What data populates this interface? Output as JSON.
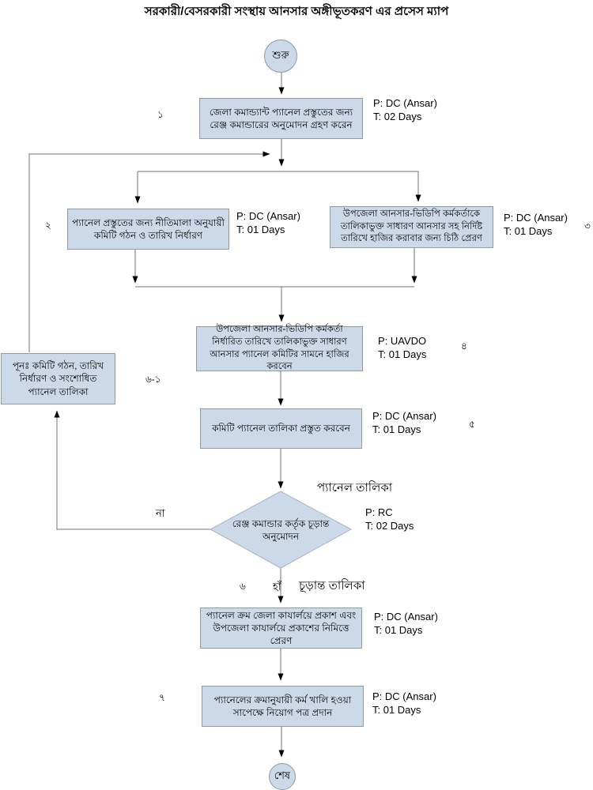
{
  "title": "সরকারী/বেসরকারী সংস্থায় আনসার অঙ্গীভূতকরণ এর প্রসেস ম্যাপ",
  "terminators": {
    "start": "শুরু",
    "end": "শেষ"
  },
  "steps": {
    "s1": {
      "num": "১",
      "label": "জেলা কমান্ড্যান্ট প্যানেল প্রস্তুতের জন্য রেঞ্জ কমান্ডারের অনুমোদন গ্রহণ করেন",
      "p": "P: DC (Ansar)",
      "t": "T: 02 Days"
    },
    "s2": {
      "num": "২",
      "label": "প্যানেল প্রস্তুতের জন্য নীতিমালা অনুযায়ী কমিটি গঠন ও তারিখ নির্ধারণ",
      "p": "P: DC (Ansar)",
      "t": "T: 01 Days"
    },
    "s3": {
      "num": "৩",
      "label": "উপজেলা আনসার-ভিডিপি কর্মকর্তাকে তালিকাভুক্ত সাধারণ আনসার সহ নির্দিষ্ট তারিখে হাজির করাবার জন্য চিঠি প্রেরণ",
      "p": "P: DC (Ansar)",
      "t": "T: 01 Days"
    },
    "s4": {
      "num": "৪",
      "label": "উপজেলা আনসার-ভিডিপি কর্মকর্তা নির্ধারিত তারিখে তালিকাভুক্ত সাধারণ আনসার প্যানেল কমিটির সামনে হাজির করবেন",
      "p": "P: UAVDO",
      "t": "T: 01 Days"
    },
    "s5": {
      "num": "৫",
      "label": "কমিটি প্যানেল তালিকা প্রস্তুত করবেন",
      "p": "P: DC (Ansar)",
      "t": "T: 01 Days"
    },
    "s6": {
      "label": "প্যানেল ক্রম জেলা কাযার্লয়ে প্রকাশ এবং উপজেলা কাযার্লয়ে প্রকাশের নিমিত্তে প্রেরণ",
      "p": "P: DC (Ansar)",
      "t": "T: 01 Days"
    },
    "s7": {
      "num": "৭",
      "label": "প্যানেলের ক্রমানুযায়ী কর্ম খালি হওয়া সাপেক্ষে নিয়োগ পত্র প্রদান",
      "p": "P: DC (Ansar)",
      "t": "T: 01 Days"
    }
  },
  "redo": {
    "num": "৬-১",
    "label": "পূনঃ  কমিটি গঠন, তারিখ নির্ধারণ ও সংশোধিত প্যানেল তালিকা"
  },
  "decision": {
    "num": "৬",
    "label": "রেঞ্জ কমান্ডার কর্তৃক চূড়ান্ত অনুমোদন",
    "p": "P: RC",
    "t": "T: 02 Days",
    "input_label": "প্যানেল তালিকা",
    "output_label": "চূড়ান্ত তালিকা",
    "yes": "হাঁ",
    "no": "না"
  },
  "colors": {
    "node_fill": "#ccd9e8",
    "node_border": "#919ba6",
    "line": "#707070",
    "arrow": "#000000"
  }
}
